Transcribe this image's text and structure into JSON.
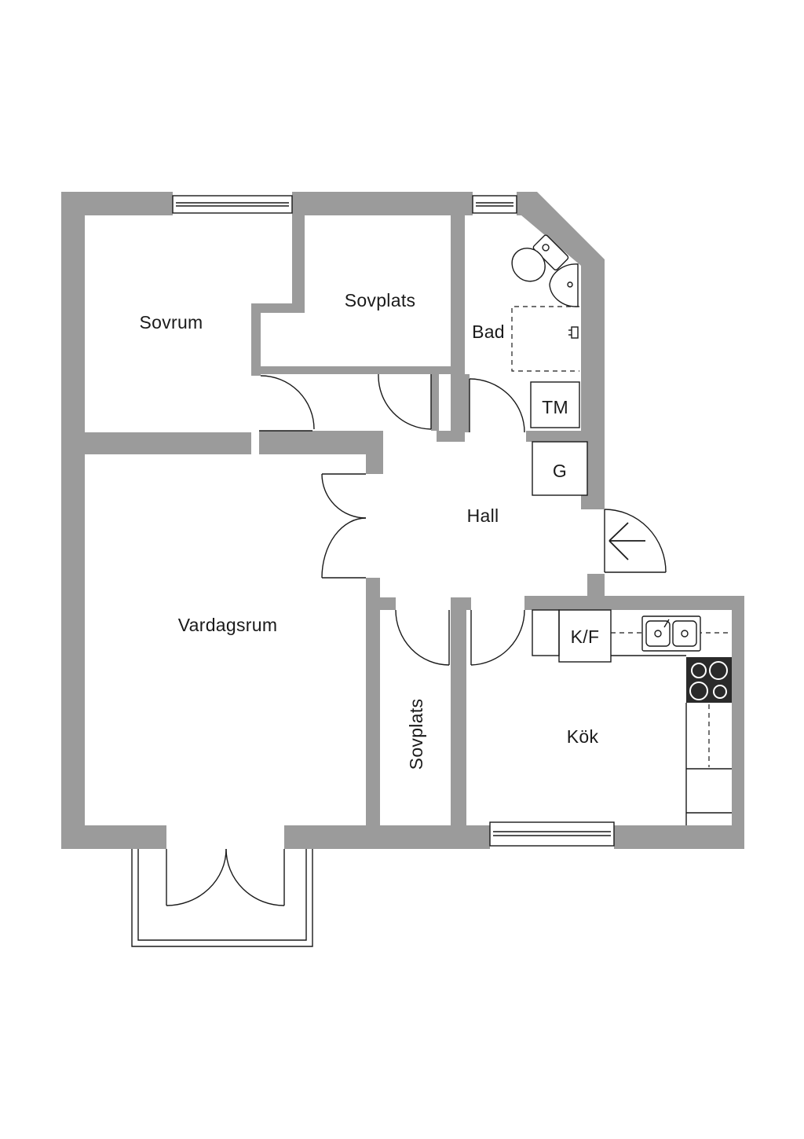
{
  "rooms": {
    "sovrum": "Sovrum",
    "sovplats_top": "Sovplats",
    "bad": "Bad",
    "tm": "TM",
    "g": "G",
    "hall": "Hall",
    "vardagsrum": "Vardagsrum",
    "sovplats_side": "Sovplats",
    "kf": "K/F",
    "kok": "Kök"
  },
  "colors": {
    "wall": "#9b9b9b",
    "line": "#1a1a1a",
    "background": "#ffffff"
  }
}
